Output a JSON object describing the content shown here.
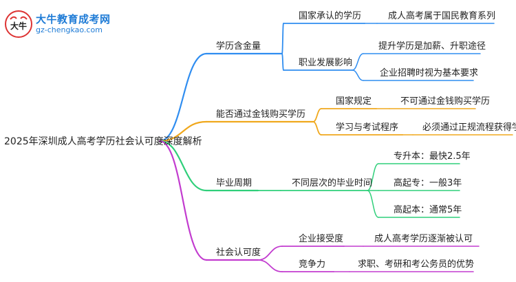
{
  "logo": {
    "title": "大牛教育成考网",
    "url": "gz-chengkao.com",
    "mark_text": "大牛"
  },
  "root": "2025年深圳成人高考学历社会认可度深度解析",
  "branches": [
    {
      "label": "学历含金量",
      "color": "#2f8df0",
      "children": [
        {
          "label": "国家承认的学历",
          "leaves": [
            "成人高考属于国民教育系列"
          ]
        },
        {
          "label": "职业发展影响",
          "leaves": [
            "提升学历是加薪、升职途径",
            "企业招聘时视为基本要求"
          ]
        }
      ]
    },
    {
      "label": "能否通过金钱购买学历",
      "color": "#f0a81c",
      "children": [
        {
          "label": "国家规定",
          "leaves": [
            "不可通过金钱购买学历"
          ]
        },
        {
          "label": "学习与考试程序",
          "leaves": [
            "必须通过正规流程获得学历"
          ]
        }
      ]
    },
    {
      "label": "毕业周期",
      "color": "#2fcf7a",
      "children": [
        {
          "label": "不同层次的毕业时间",
          "leaves": [
            "专升本：最快2.5年",
            "高起专：一般3年",
            "高起本：通常5年"
          ]
        }
      ]
    },
    {
      "label": "社会认可度",
      "color": "#c23ccf",
      "children": [
        {
          "label": "企业接受度",
          "leaves": [
            "成人高考学历逐渐被认可"
          ]
        },
        {
          "label": "竞争力",
          "leaves": [
            "求职、考研和考公务员的优势"
          ]
        }
      ]
    }
  ]
}
